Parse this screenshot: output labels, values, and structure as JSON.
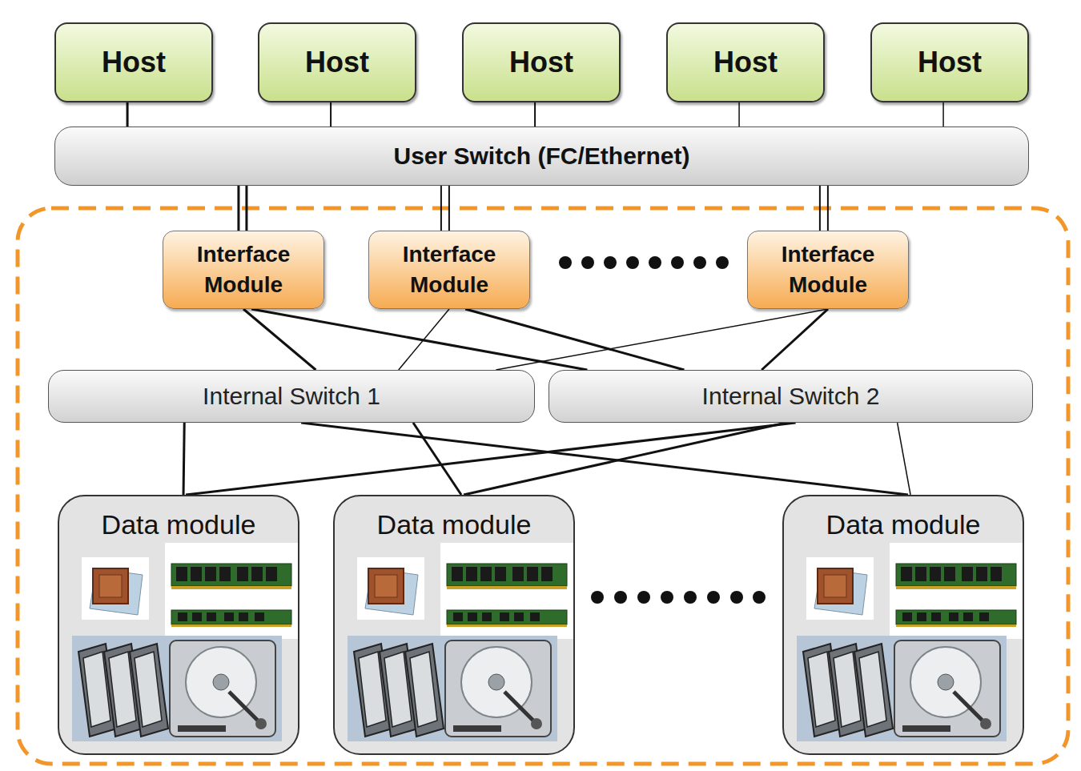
{
  "diagram": {
    "nodes": [
      {
        "text": [
          "Host"
        ]
      },
      {
        "text": [
          "Host"
        ]
      },
      {
        "text": [
          "Host"
        ]
      },
      {
        "text": [
          "Host"
        ]
      },
      {
        "text": [
          "Host"
        ]
      },
      {
        "text": [
          "User Switch (FC/Ethernet)"
        ]
      },
      {
        "text": [
          "Interface Module"
        ]
      },
      {
        "text": [
          "Interface Module"
        ]
      },
      {
        "text": [
          "Interface Module"
        ]
      },
      {
        "text": [
          "Internal Switch 1"
        ]
      },
      {
        "text": [
          "Internal Switch 2"
        ]
      },
      {
        "text": [
          "Data module"
        ]
      },
      {
        "text": [
          "Data module"
        ]
      },
      {
        "text": [
          "Data module"
        ]
      }
    ],
    "edges": [
      {
        "from": 0,
        "to": 5,
        "arrow": "none"
      },
      {
        "from": 1,
        "to": 5,
        "arrow": "none"
      },
      {
        "from": 2,
        "to": 5,
        "arrow": "none"
      },
      {
        "from": 3,
        "to": 5,
        "arrow": "none"
      },
      {
        "from": 4,
        "to": 5,
        "arrow": "none"
      },
      {
        "from": 5,
        "to": 6,
        "arrow": "none"
      },
      {
        "from": 5,
        "to": 7,
        "arrow": "none"
      },
      {
        "from": 5,
        "to": 8,
        "arrow": "none"
      },
      {
        "from": 6,
        "to": 9,
        "arrow": "none"
      },
      {
        "from": 6,
        "to": 10,
        "arrow": "none"
      },
      {
        "from": 7,
        "to": 9,
        "arrow": "none"
      },
      {
        "from": 7,
        "to": 10,
        "arrow": "none"
      },
      {
        "from": 8,
        "to": 9,
        "arrow": "none"
      },
      {
        "from": 8,
        "to": 10,
        "arrow": "none"
      },
      {
        "from": 9,
        "to": 11,
        "arrow": "none"
      },
      {
        "from": 10,
        "to": 11,
        "arrow": "none"
      },
      {
        "from": 9,
        "to": 12,
        "arrow": "none"
      },
      {
        "from": 10,
        "to": 12,
        "arrow": "none"
      },
      {
        "from": 9,
        "to": 13,
        "arrow": "none"
      },
      {
        "from": 10,
        "to": 13,
        "arrow": "none"
      }
    ]
  }
}
